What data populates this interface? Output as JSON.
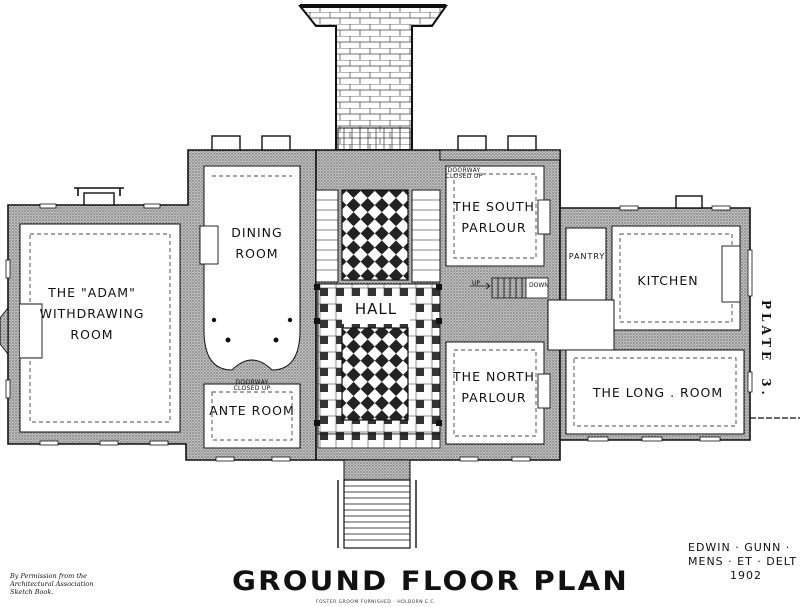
{
  "rooms": {
    "withdrawing_line1": "THE \"ADAM\"",
    "withdrawing_line2": "WITHDRAWING",
    "withdrawing_line3": "ROOM",
    "dining_line1": "DINING",
    "dining_line2": "ROOM",
    "ante": "ANTE ROOM",
    "hall": "HALL",
    "south_line1": "THE SOUTH",
    "south_line2": "PARLOUR",
    "north_line1": "THE NORTH",
    "north_line2": "PARLOUR",
    "pantry": "PANTRY",
    "kitchen": "KITCHEN",
    "long_room": "THE LONG . ROOM"
  },
  "annotations": {
    "doorway_south_1": "DOORWAY",
    "doorway_south_2": "CLOSED UP",
    "doorway_ante_1": "DOORWAY",
    "doorway_ante_2": "CLOSED UP",
    "stair_up": "UP",
    "stair_down": "DOWN"
  },
  "plate": {
    "word": "PLATE",
    "number": "3."
  },
  "title": "GROUND FLOOR PLAN",
  "printer": "FOSTER GROOM  FURNISHED  ·  HOLBORN  E.C.",
  "permission": {
    "line1": "By Permission from the",
    "line2": "Architectural Association",
    "line3": "Sketch Book."
  },
  "signature": {
    "line1": "EDWIN · GUNN ·",
    "line2": "MENS · ET · DELT ·",
    "line3": "1902"
  },
  "colors": {
    "ink": "#111111",
    "wall_fill": "#b8b8b8",
    "paper": "#ffffff"
  }
}
